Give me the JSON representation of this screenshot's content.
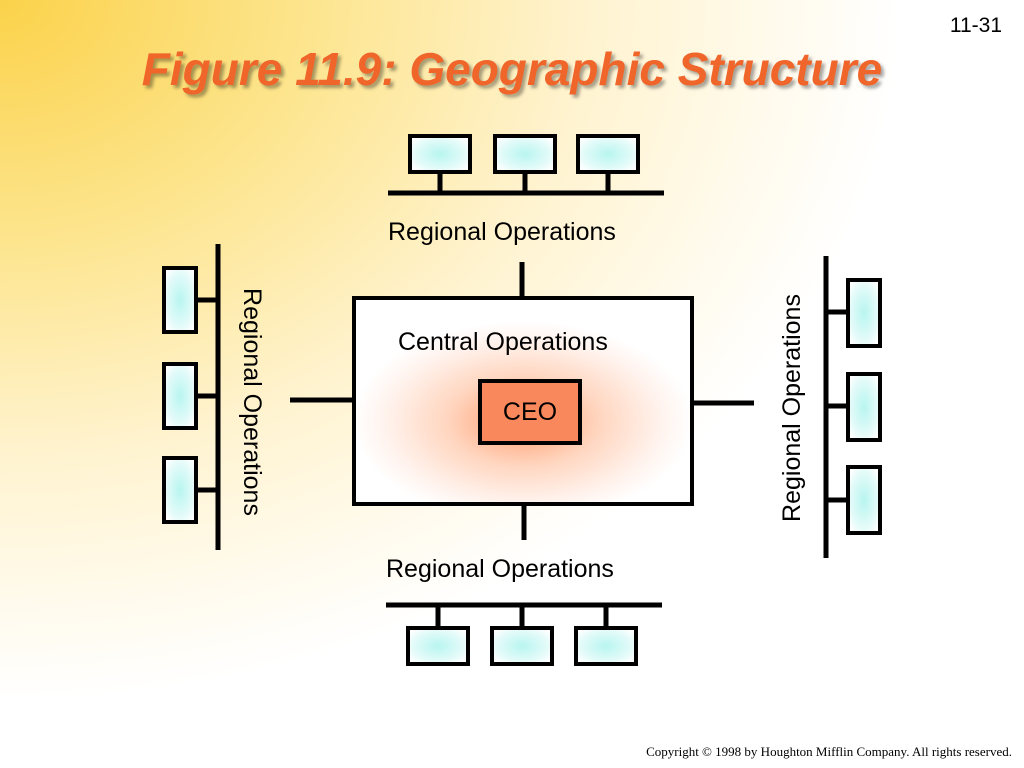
{
  "slide": {
    "number": "11-31",
    "title": "Figure 11.9:  Geographic Structure",
    "copyright": "Copyright  © 1998 by Houghton Mifflin Company.  All rights reserved."
  },
  "diagram": {
    "central_label": "Central Operations",
    "ceo_label": "CEO",
    "regions": {
      "top": "Regional Operations",
      "bottom": "Regional Operations",
      "left": "Regional Operations",
      "right": "Regional Operations"
    },
    "colors": {
      "title": "#f0652a",
      "ceo_fill": "#f9885c",
      "unit_fill": "#b8f5f0"
    }
  }
}
